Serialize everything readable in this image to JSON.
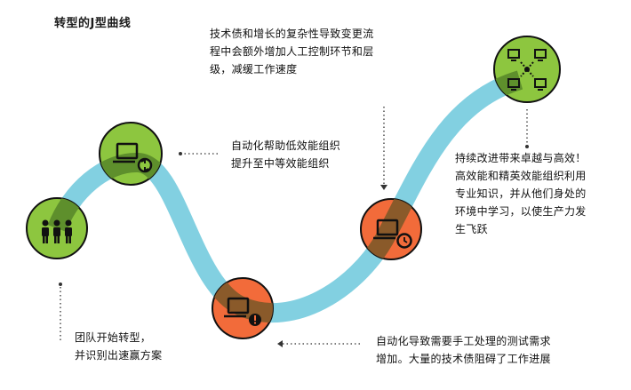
{
  "title": "转型的J型曲线",
  "colors": {
    "curve": "#82d0e1",
    "green": "#8dc63f",
    "orange": "#f26b3a",
    "dark": "#111111",
    "overlay_green": "#5e8f2c",
    "overlay_orange": "#8a5a2a"
  },
  "stages": [
    {
      "id": "team",
      "color": "green",
      "icon": "team-people-icon"
    },
    {
      "id": "automation-help",
      "color": "green",
      "icon": "laptop-refresh-icon"
    },
    {
      "id": "automation-manual",
      "color": "orange",
      "icon": "laptop-alert-icon"
    },
    {
      "id": "tech-debt",
      "color": "orange",
      "icon": "laptop-clock-icon"
    },
    {
      "id": "excellence",
      "color": "green",
      "icon": "network-computers-icon"
    }
  ],
  "notes": {
    "tech_debt": {
      "lines": [
        "技术债和增长的复杂性导致变更流",
        "程中会额外增加人工控制环节和层",
        "级，减缓工作速度"
      ]
    },
    "automation_help": {
      "lines": [
        "自动化帮助低效能组织",
        "提升至中等效能组织"
      ]
    },
    "excellence": {
      "lines": [
        "持续改进带来卓越与高效！",
        "高效能和精英效能组织利用",
        "专业知识，并从他们身处的",
        "环境中学习，以使生产力发",
        "生飞跃"
      ]
    },
    "team_start": {
      "lines": [
        "团队开始转型，",
        "并识别出速赢方案"
      ]
    },
    "automation_manual": {
      "lines": [
        "自动化导致需要手工处理的测试需求",
        "增加。大量的技术债阻碍了工作进展"
      ]
    }
  }
}
